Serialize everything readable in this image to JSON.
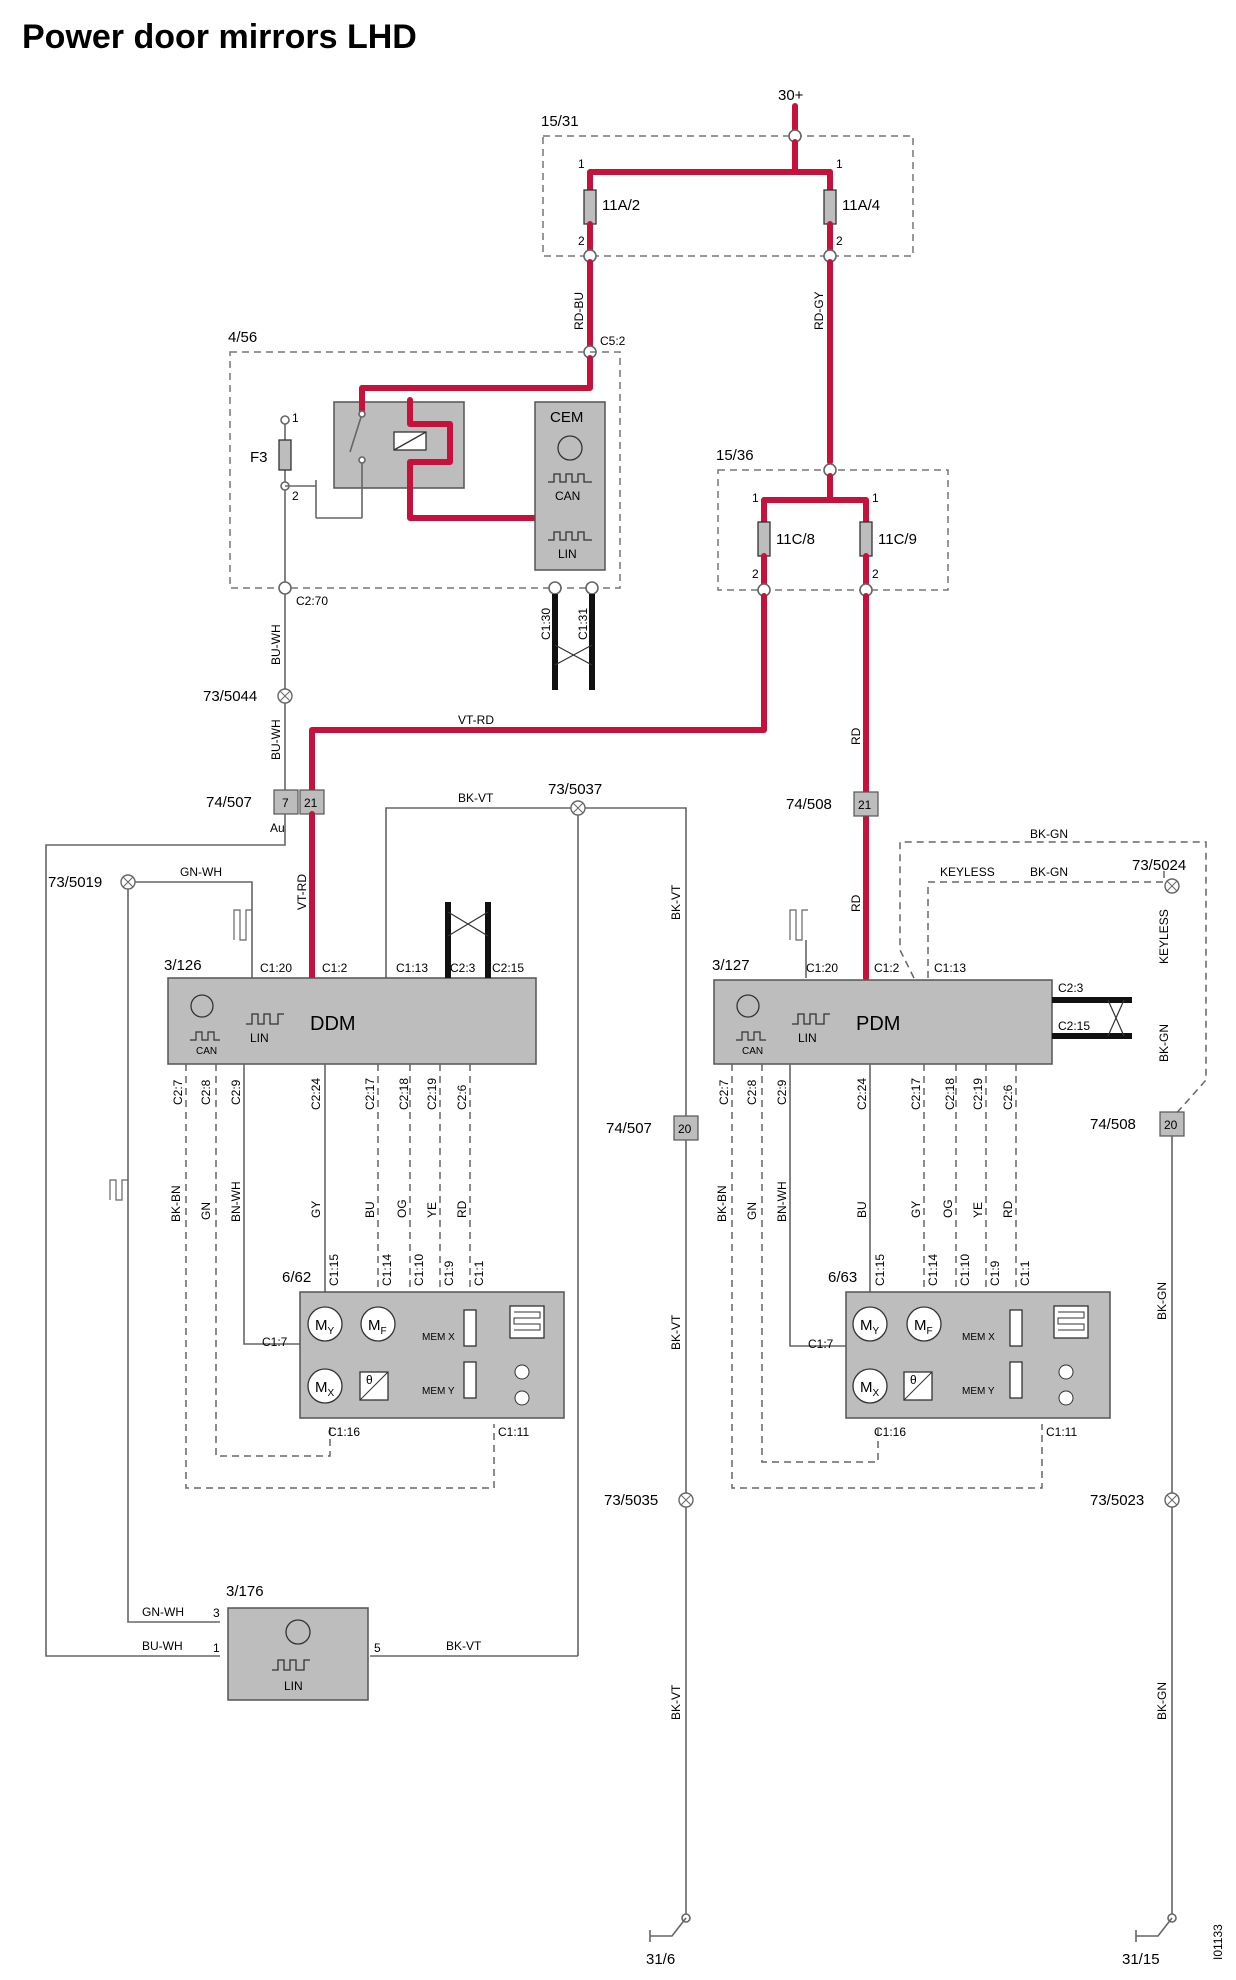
{
  "title": "Power door mirrors LHD",
  "diagram_id": "I01133",
  "supply": "30+",
  "fuse_boxes": {
    "f1": {
      "id": "15/31",
      "fuse_a": "11A/2",
      "fuse_b": "11A/4"
    },
    "f2": {
      "id": "15/36",
      "fuse_a": "11C/8",
      "fuse_b": "11C/9"
    }
  },
  "cem_box": {
    "id": "4/56",
    "fuse": "F3",
    "module": "CEM",
    "can": "CAN",
    "lin": "LIN",
    "pin_out": "C5:2",
    "pin_f3": "C2:70",
    "pin_c130": "C1:30",
    "pin_c131": "C1:31"
  },
  "wires": {
    "rd_bu": "RD-BU",
    "rd_gy": "RD-GY",
    "bu_wh": "BU-WH",
    "vt_rd": "VT-RD",
    "rd": "RD",
    "bk_vt": "BK-VT",
    "bk_gn": "BK-GN",
    "gn_wh": "GN-WH",
    "keyless": "KEYLESS",
    "au": "Au",
    "bk_bn": "BK-BN",
    "gn": "GN",
    "bn_wh": "BN-WH",
    "gy": "GY",
    "bu": "BU",
    "og": "OG",
    "ye": "YE"
  },
  "splices": {
    "s5044": "73/5044",
    "s5037": "73/5037",
    "s5019": "73/5019",
    "s5024": "73/5024",
    "s5035": "73/5035",
    "s5023": "73/5023"
  },
  "connectors": {
    "c507": "74/507",
    "c508": "74/508",
    "pin7": "7",
    "pin21": "21",
    "pin20": "20"
  },
  "ddm": {
    "id": "3/126",
    "name": "DDM",
    "lin": "LIN",
    "can": "CAN",
    "top_pins": [
      "C1:20",
      "C1:2",
      "C1:13",
      "C2:3",
      "C2:15"
    ],
    "bottom_pins": [
      "C2:7",
      "C2:8",
      "C2:9",
      "C2:24",
      "C2:17",
      "C2:18",
      "C2:19",
      "C2:6"
    ]
  },
  "pdm": {
    "id": "3/127",
    "name": "PDM",
    "lin": "LIN",
    "can": "CAN",
    "top_pins": [
      "C1:20",
      "C1:2",
      "C1:13"
    ],
    "right_pins": [
      "C2:3",
      "C2:15"
    ],
    "bottom_pins": [
      "C2:7",
      "C2:8",
      "C2:9",
      "C2:24",
      "C2:17",
      "C2:18",
      "C2:19",
      "C2:6"
    ]
  },
  "mirror_l": {
    "id": "6/62",
    "top_pins": [
      "C1:15",
      "C1:14",
      "C1:10",
      "C1:9",
      "C1:1"
    ],
    "pin_c17": "C1:7",
    "pin_c116": "C1:16",
    "pin_c111": "C1:11",
    "mem_x": "MEM X",
    "mem_y": "MEM Y"
  },
  "mirror_r": {
    "id": "6/63",
    "top_pins": [
      "C1:15",
      "C1:14",
      "C1:10",
      "C1:9",
      "C1:1"
    ],
    "pin_c17": "C1:7",
    "pin_c116": "C1:16",
    "pin_c111": "C1:11",
    "mem_x": "MEM X",
    "mem_y": "MEM Y"
  },
  "module_176": {
    "id": "3/176",
    "lin": "LIN",
    "pin3": "3",
    "pin1": "1",
    "pin5": "5"
  },
  "grounds": {
    "g1": "31/6",
    "g2": "31/15"
  },
  "colors": {
    "power_wire": "#c8103c",
    "module_fill": "#bdbdbd"
  }
}
